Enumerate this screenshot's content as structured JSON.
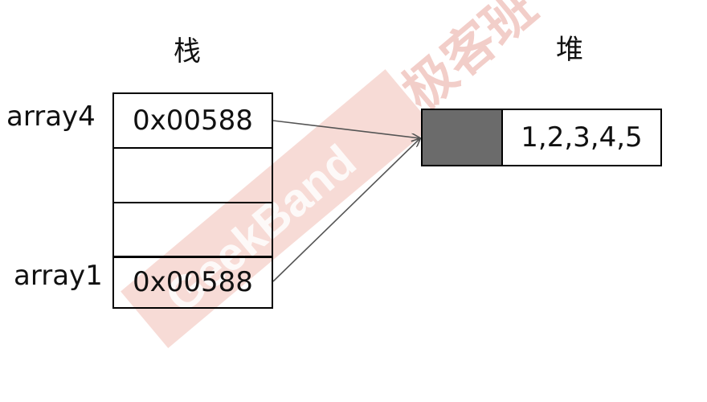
{
  "stack": {
    "title": "栈",
    "slots": [
      {
        "name": "array4",
        "value": "0x00588"
      },
      {
        "name": "",
        "value": ""
      },
      {
        "name": "",
        "value": ""
      },
      {
        "name": "array1",
        "value": "0x00588"
      }
    ]
  },
  "heap": {
    "title": "堆",
    "object_value": "1,2,3,4,5"
  },
  "watermark": {
    "text_cn": "极客班",
    "text_en": "GeekBand",
    "color": "#e8a39a"
  },
  "colors": {
    "heap_header_fill": "#6b6b6b",
    "arrow": "#555555"
  }
}
